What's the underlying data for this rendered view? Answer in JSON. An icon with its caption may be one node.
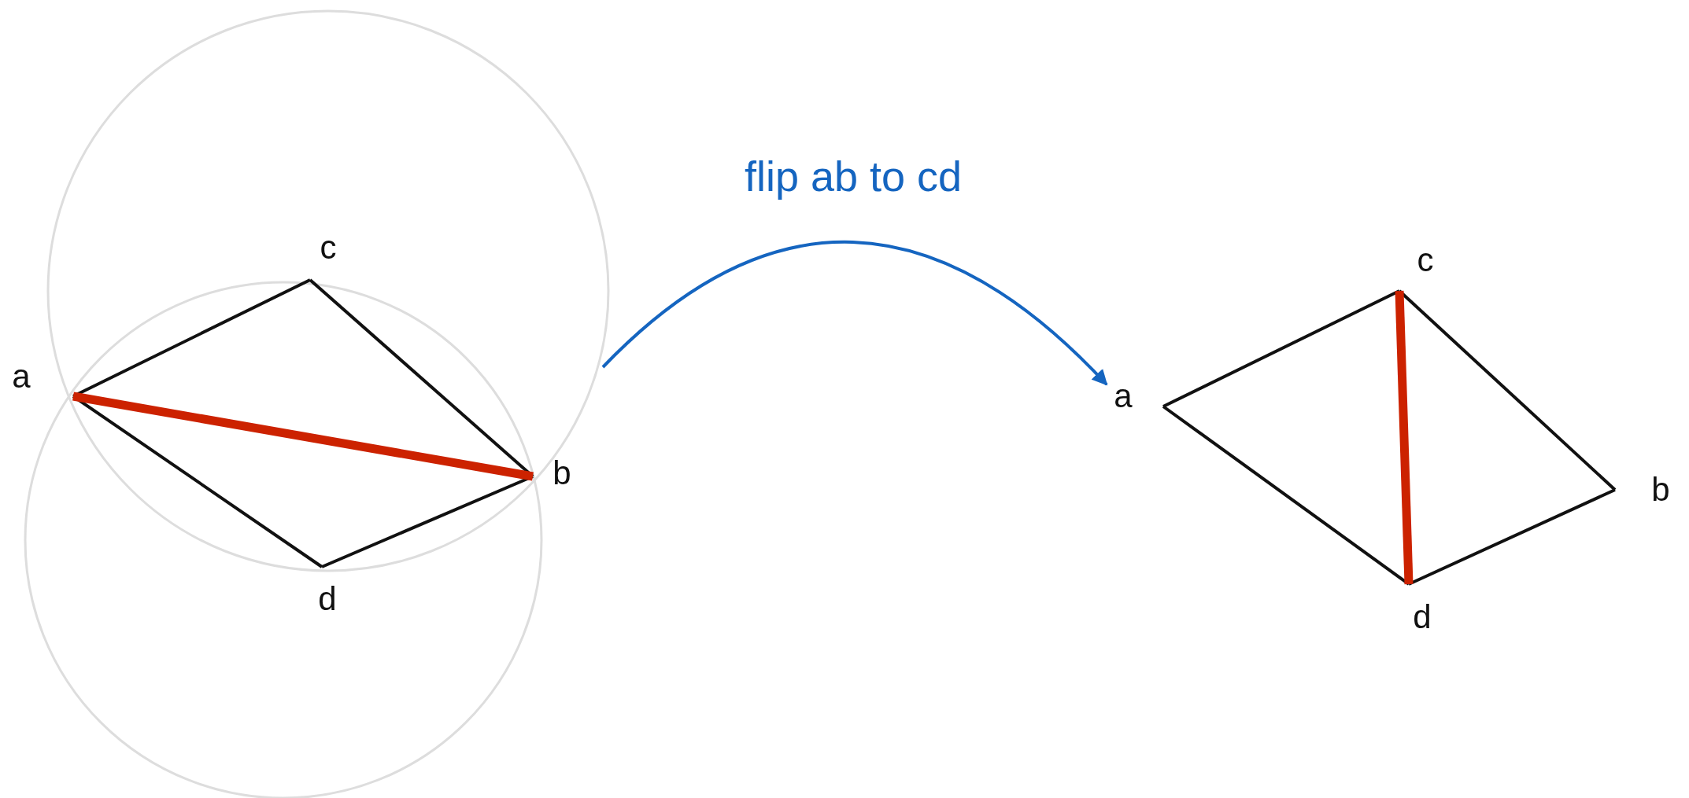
{
  "diagram": {
    "nodes": [
      {
        "text": [
          "c"
        ]
      },
      {
        "text": [
          "a"
        ]
      },
      {
        "text": [
          "b"
        ]
      },
      {
        "text": [
          "d"
        ]
      },
      {
        "text": [
          "c"
        ]
      },
      {
        "text": [
          "a"
        ]
      },
      {
        "text": [
          "b"
        ]
      },
      {
        "text": [
          "d"
        ]
      }
    ],
    "edges": [
      {
        "from": 1,
        "to": 0,
        "arrow": "none"
      },
      {
        "from": 0,
        "to": 2,
        "arrow": "none"
      },
      {
        "from": 2,
        "to": 3,
        "arrow": "none"
      },
      {
        "from": 3,
        "to": 1,
        "arrow": "none"
      },
      {
        "from": 1,
        "to": 2,
        "arrow": "none",
        "style": "thick",
        "color": "#cc2200"
      },
      {
        "from": 5,
        "to": 4,
        "arrow": "none"
      },
      {
        "from": 4,
        "to": 6,
        "arrow": "none"
      },
      {
        "from": 6,
        "to": 7,
        "arrow": "none"
      },
      {
        "from": 7,
        "to": 5,
        "arrow": "none"
      },
      {
        "from": 4,
        "to": 7,
        "arrow": "none",
        "style": "thick",
        "color": "#cc2200"
      }
    ],
    "labels": [
      "flip ab to cd"
    ]
  }
}
